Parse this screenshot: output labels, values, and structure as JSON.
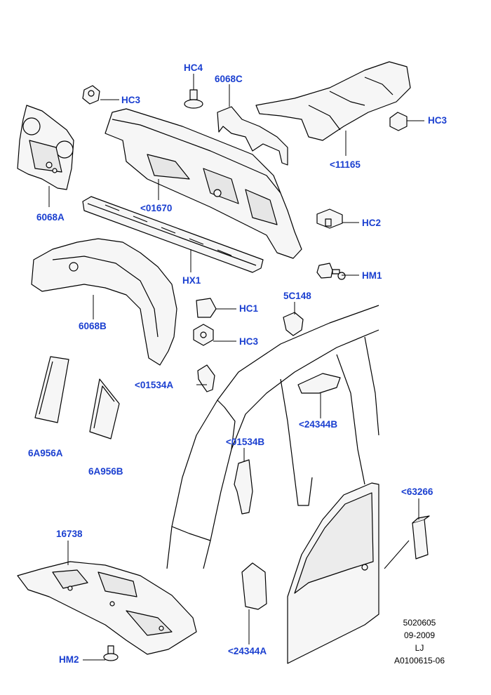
{
  "labels": {
    "hc4": "HC4",
    "hc3_top": "HC3",
    "c6068c": "6068C",
    "hc3_right": "HC3",
    "c11165": "<11165",
    "c6068a": "6068A",
    "c01670": "<01670",
    "hc2": "HC2",
    "hm1": "HM1",
    "hx1": "HX1",
    "c6068b": "6068B",
    "hc1": "HC1",
    "c5c148": "5C148",
    "hc3_mid": "HC3",
    "c01534a": "<01534A",
    "c24344b": "<24344B",
    "c6a956a": "6A956A",
    "c6a956b": "6A956B",
    "c01534b": "<01534B",
    "c63266": "<63266",
    "c16738": "16738",
    "c24344a": "<24344A",
    "hm2": "HM2"
  },
  "meta": {
    "line1": "5020605",
    "line2": "09-2009",
    "line3": "LJ",
    "line4": "A0100615-06"
  },
  "colors": {
    "callout": "#1a3fd0",
    "line": "#000000",
    "part_fill": "#f4f4f4"
  }
}
